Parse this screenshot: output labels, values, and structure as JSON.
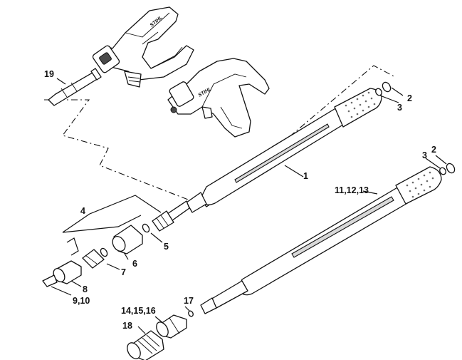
{
  "labels": {
    "l1": "1",
    "l2a": "2",
    "l3a": "3",
    "l2b": "2",
    "l3b": "3",
    "l4": "4",
    "l5": "5",
    "l6": "6",
    "l7": "7",
    "l8": "8",
    "l910": "9,10",
    "l111213": "11,12,13",
    "l141516": "14,15,16",
    "l17": "17",
    "l18": "18",
    "l19": "19"
  },
  "colors": {
    "line": "#111111",
    "grip_shade": "#d9d9d9",
    "background": "#ffffff"
  }
}
